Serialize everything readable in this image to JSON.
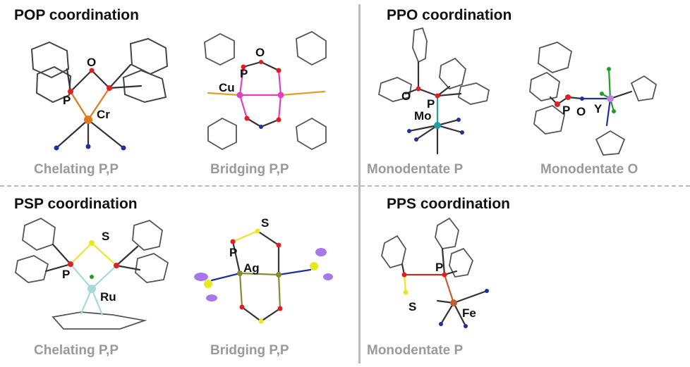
{
  "panels": {
    "pop": {
      "title": "POP coordination",
      "examples": [
        {
          "caption": "Chelating P,P",
          "atoms": [
            "O",
            "P",
            "Cr"
          ]
        },
        {
          "caption": "Bridging P,P",
          "atoms": [
            "O",
            "P",
            "Cu"
          ]
        }
      ]
    },
    "ppo": {
      "title": "PPO coordination",
      "examples": [
        {
          "caption": "Monodentate P",
          "atoms": [
            "O",
            "P",
            "Mo"
          ]
        },
        {
          "caption": "Monodentate O",
          "atoms": [
            "P",
            "O",
            "Y"
          ]
        }
      ]
    },
    "psp": {
      "title": "PSP coordination",
      "examples": [
        {
          "caption": "Chelating P,P",
          "atoms": [
            "S",
            "P",
            "Ru"
          ]
        },
        {
          "caption": "Bridging P,P",
          "atoms": [
            "S",
            "P",
            "Ag"
          ]
        }
      ]
    },
    "pps": {
      "title": "PPS coordination",
      "examples": [
        {
          "caption": "Monodentate P",
          "atoms": [
            "P",
            "S",
            "Fe"
          ]
        }
      ]
    }
  },
  "colors": {
    "carbon": "#888888",
    "phosphorus": "#e02020",
    "oxygen": "#e02020",
    "chromium": "#e07820",
    "copper": "#e040c0",
    "molybdenum": "#20a0a0",
    "yttrium": "#c080e0",
    "ruthenium": "#a8d8d8",
    "silver": "#8a8a30",
    "sulfur": "#e8e820",
    "iron": "#c06030",
    "nitrogen": "#2030a0"
  }
}
